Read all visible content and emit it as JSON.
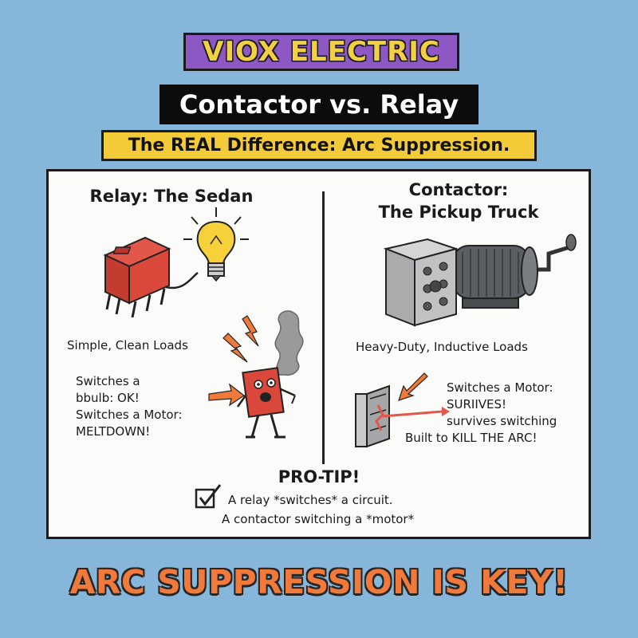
{
  "header": {
    "brand": "VIOX ELECTRIC",
    "title": "Contactor vs. Relay",
    "subtitle": "The REAL Difference: Arc Suppression."
  },
  "left": {
    "heading": "Relay: The Sedan",
    "caption": "Simple, Clean Loads",
    "notes": [
      "Switches a",
      "bbulb: OK!",
      "Switches a Motor:",
      "MELTDOWN!"
    ]
  },
  "right": {
    "heading_line1": "Contactor:",
    "heading_line2": "The Pickup Truck",
    "caption": "Heavy-Duty, Inductive Loads",
    "notes": [
      "Switches a Motor:",
      "SURIIVES!",
      "survives switching",
      "Built to KILL THE ARC!"
    ]
  },
  "protip": {
    "heading": "PRO-TIP!",
    "line1": "A relay *switches* a circuit.",
    "line2": "A contactor switching a *motor*"
  },
  "footer": "ARC SUPPRESSION IS KEY!",
  "colors": {
    "background": "#86b6d9",
    "brand_bg": "#8d58c4",
    "brand_text": "#f3cf43",
    "subtitle_bg": "#f3cb38",
    "accent_orange": "#ef7a3c",
    "relay_red": "#d9483b"
  },
  "icons": [
    "light-bulb-icon",
    "relay-icon",
    "burning-relay-icon",
    "motor-icon",
    "contactor-arc-icon",
    "checkbox-icon",
    "arrow-icon"
  ]
}
